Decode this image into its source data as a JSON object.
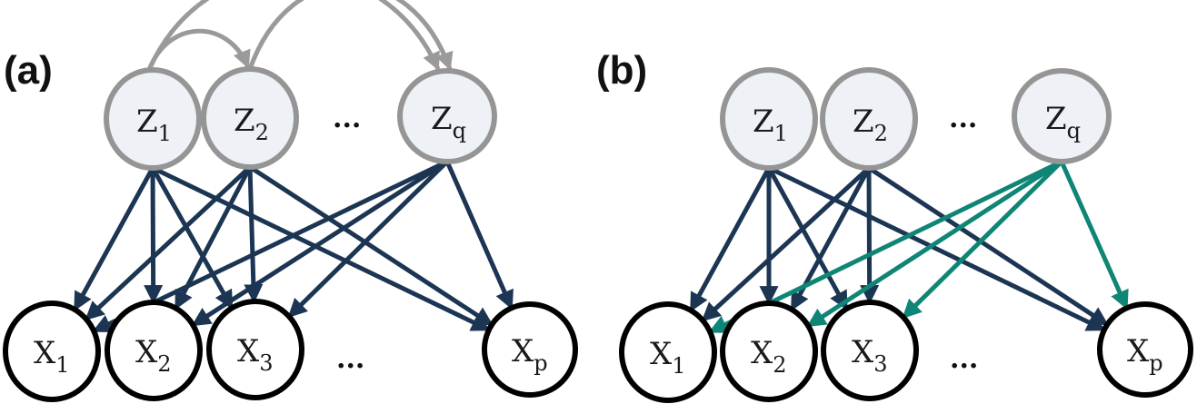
{
  "colors": {
    "latent_fill": "#eef1f6",
    "latent_stroke": "#959595",
    "observed_fill": "#ffffff",
    "observed_stroke": "#000000",
    "edge_default": "#1b3553",
    "edge_highlight": "#0f8575",
    "arc": "#9a9a9a"
  },
  "panels": [
    {
      "id": "a",
      "label": "(a)",
      "latent_nodes": [
        {
          "id": "Z1",
          "base": "Z",
          "sub": "1"
        },
        {
          "id": "Z2",
          "base": "Z",
          "sub": "2"
        },
        {
          "id": "Zq",
          "base": "Z",
          "sub": "q"
        }
      ],
      "latent_ellipsis": "...",
      "observed_nodes": [
        {
          "id": "X1",
          "base": "X",
          "sub": "1"
        },
        {
          "id": "X2",
          "base": "X",
          "sub": "2"
        },
        {
          "id": "X3",
          "base": "X",
          "sub": "3"
        },
        {
          "id": "Xp",
          "base": "X",
          "sub": "p"
        }
      ],
      "observed_ellipsis": "...",
      "latent_arcs": [
        {
          "from": "Z1",
          "to": "Z2"
        },
        {
          "from": "Z1",
          "to": "Zq"
        },
        {
          "from": "Z2",
          "to": "Zq"
        }
      ],
      "edges": [
        {
          "from": "Z1",
          "to": "X1",
          "style": "default"
        },
        {
          "from": "Z1",
          "to": "X2",
          "style": "default"
        },
        {
          "from": "Z1",
          "to": "X3",
          "style": "default"
        },
        {
          "from": "Z1",
          "to": "Xp",
          "style": "default"
        },
        {
          "from": "Z2",
          "to": "X1",
          "style": "default"
        },
        {
          "from": "Z2",
          "to": "X2",
          "style": "default"
        },
        {
          "from": "Z2",
          "to": "X3",
          "style": "default"
        },
        {
          "from": "Z2",
          "to": "Xp",
          "style": "default"
        },
        {
          "from": "Zq",
          "to": "X1",
          "style": "default"
        },
        {
          "from": "Zq",
          "to": "X2",
          "style": "default"
        },
        {
          "from": "Zq",
          "to": "X3",
          "style": "default"
        },
        {
          "from": "Zq",
          "to": "Xp",
          "style": "default"
        }
      ]
    },
    {
      "id": "b",
      "label": "(b)",
      "latent_nodes": [
        {
          "id": "Z1",
          "base": "Z",
          "sub": "1"
        },
        {
          "id": "Z2",
          "base": "Z",
          "sub": "2"
        },
        {
          "id": "Zq",
          "base": "Z",
          "sub": "q"
        }
      ],
      "latent_ellipsis": "...",
      "observed_nodes": [
        {
          "id": "X1",
          "base": "X",
          "sub": "1"
        },
        {
          "id": "X2",
          "base": "X",
          "sub": "2"
        },
        {
          "id": "X3",
          "base": "X",
          "sub": "3"
        },
        {
          "id": "Xp",
          "base": "X",
          "sub": "p"
        }
      ],
      "observed_ellipsis": "...",
      "latent_arcs": [],
      "edges": [
        {
          "from": "Z1",
          "to": "X1",
          "style": "default"
        },
        {
          "from": "Z1",
          "to": "X2",
          "style": "default"
        },
        {
          "from": "Z1",
          "to": "X3",
          "style": "default"
        },
        {
          "from": "Z1",
          "to": "Xp",
          "style": "default"
        },
        {
          "from": "Z2",
          "to": "X1",
          "style": "default"
        },
        {
          "from": "Z2",
          "to": "X2",
          "style": "default"
        },
        {
          "from": "Z2",
          "to": "X3",
          "style": "default"
        },
        {
          "from": "Z2",
          "to": "Xp",
          "style": "default"
        },
        {
          "from": "Zq",
          "to": "X1",
          "style": "highlight"
        },
        {
          "from": "Zq",
          "to": "X2",
          "style": "highlight"
        },
        {
          "from": "Zq",
          "to": "X3",
          "style": "highlight"
        },
        {
          "from": "Zq",
          "to": "Xp",
          "style": "highlight"
        }
      ]
    }
  ]
}
